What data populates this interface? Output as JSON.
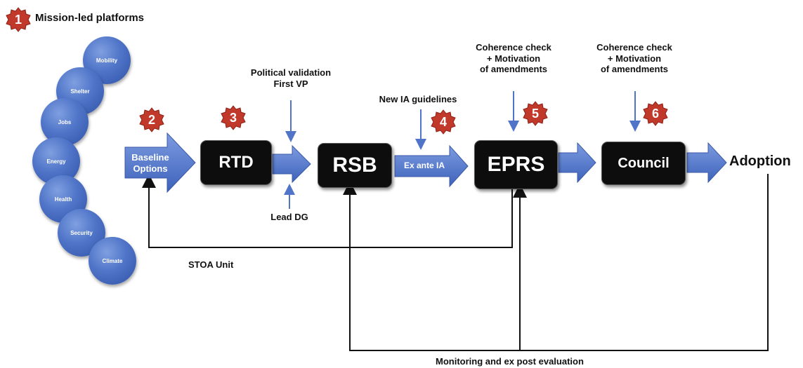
{
  "title": "Mission-led platforms",
  "badges": [
    "1",
    "2",
    "3",
    "4",
    "5",
    "6"
  ],
  "platforms": [
    "Mobility",
    "Shelter",
    "Jobs",
    "Energy",
    "Health",
    "Security",
    "Climate"
  ],
  "nodes": {
    "baseline_options": [
      "Baseline",
      "Options"
    ],
    "rtd": "RTD",
    "rsb": "RSB",
    "ex_ante_ia": "Ex ante IA",
    "eprs": "EPRS",
    "council": "Council",
    "adoption": "Adoption"
  },
  "annotations": {
    "political_validation": [
      "Political validation",
      "First VP"
    ],
    "lead_dg": "Lead DG",
    "new_ia_guidelines": "New IA guidelines",
    "coherence_eprs": [
      "Coherence check",
      "+ Motivation",
      "of amendments"
    ],
    "coherence_council": [
      "Coherence check",
      "+ Motivation",
      "of amendments"
    ],
    "stoa_unit": "STOA Unit",
    "monitoring": "Monitoring and ex post evaluation"
  },
  "colors": {
    "arrow_blue": "#4f74c8",
    "badge_red": "#c0392b",
    "box_black": "#0d0d0d",
    "line": "#111111"
  }
}
